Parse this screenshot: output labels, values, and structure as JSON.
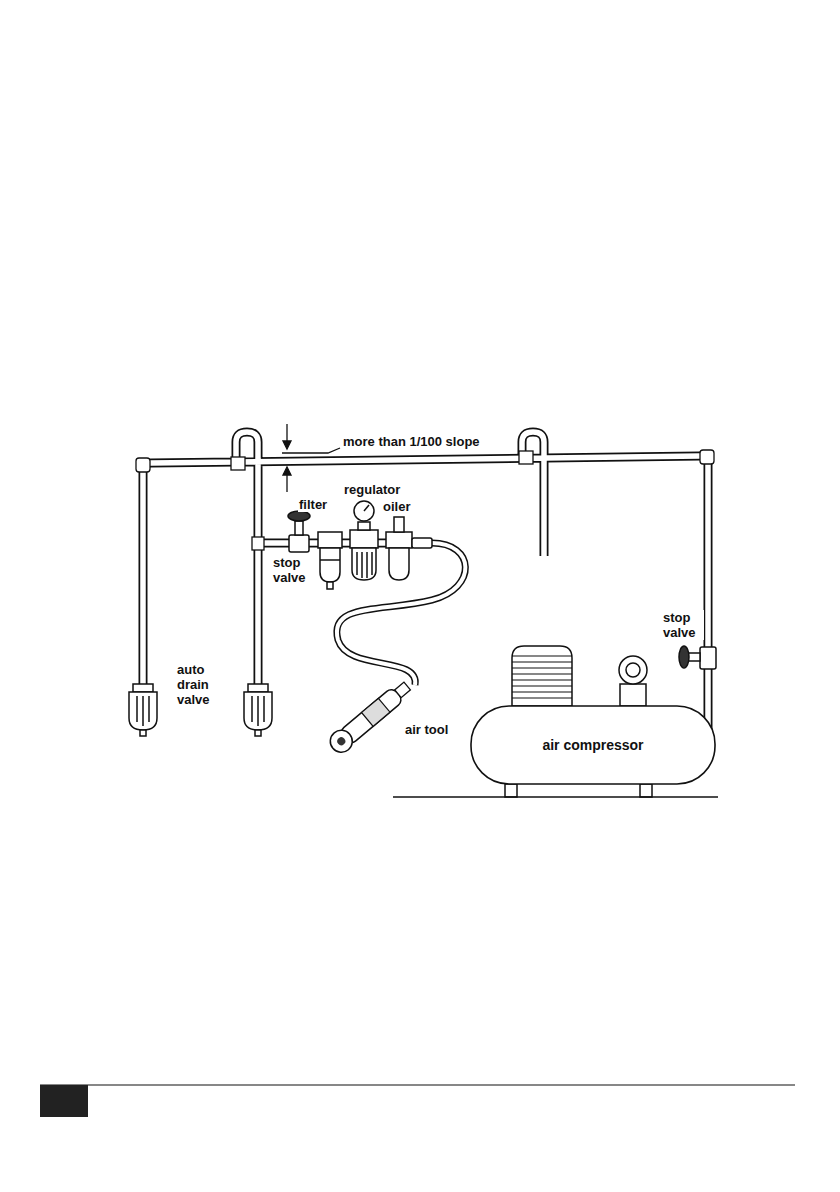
{
  "diagram": {
    "nodes": [
      {
        "text": [
          "air compressor"
        ]
      }
    ],
    "labels": [
      "more than 1/100 slope",
      "regulator",
      "filter",
      "oiler",
      "stop valve",
      "stop valve",
      "auto drain valve",
      "air tool"
    ]
  }
}
